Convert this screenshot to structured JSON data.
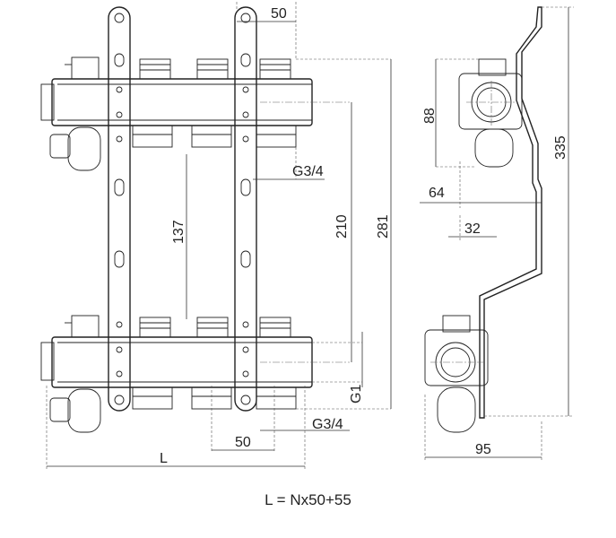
{
  "dimensions": {
    "top_spacing": "50",
    "outlet_thread_top": "G3/4",
    "center_137": "137",
    "center_210": "210",
    "height_281": "281",
    "inlet_thread": "G1",
    "outlet_thread_bottom": "G3/4",
    "bottom_spacing": "50",
    "length": "L",
    "side_88": "88",
    "side_335": "335",
    "side_64": "64",
    "side_32": "32",
    "side_95": "95"
  },
  "formula": "L = Nx50+55"
}
